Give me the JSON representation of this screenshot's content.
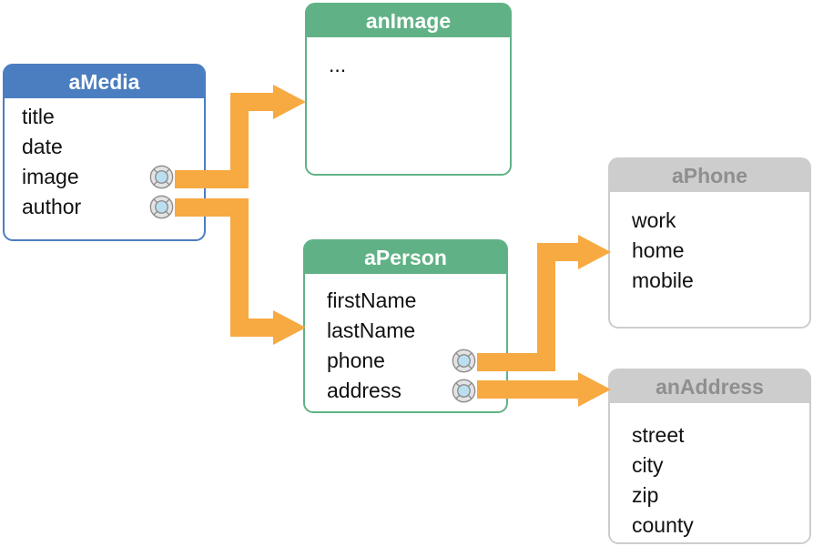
{
  "page": {
    "background": "#ffffff"
  },
  "colors": {
    "blue_header": "#4B7EC0",
    "green_header": "#60B286",
    "gray_header": "#CDCDCD",
    "gray_header_text": "#8F8F8F",
    "arrow_orange": "#F7A942",
    "field_text": "#111111",
    "connector_ring_fill": "#E3E3E3",
    "connector_center_fill": "#BADFF0",
    "connector_stroke": "#8B8B8B"
  },
  "entities": [
    {
      "id": "aMedia",
      "title": "aMedia",
      "theme": "blue",
      "fields": [
        {
          "label": "title",
          "connector": false
        },
        {
          "label": "date",
          "connector": false
        },
        {
          "label": "image",
          "connector": true
        },
        {
          "label": "author",
          "connector": true
        }
      ]
    },
    {
      "id": "anImage",
      "title": "anImage",
      "theme": "green",
      "fields": [
        {
          "label": "...",
          "connector": false
        }
      ]
    },
    {
      "id": "aPerson",
      "title": "aPerson",
      "theme": "green",
      "fields": [
        {
          "label": "firstName",
          "connector": false
        },
        {
          "label": "lastName",
          "connector": false
        },
        {
          "label": "phone",
          "connector": true
        },
        {
          "label": "address",
          "connector": true
        }
      ]
    },
    {
      "id": "aPhone",
      "title": "aPhone",
      "theme": "gray",
      "fields": [
        {
          "label": "work",
          "connector": false
        },
        {
          "label": "home",
          "connector": false
        },
        {
          "label": "mobile",
          "connector": false
        }
      ]
    },
    {
      "id": "anAddress",
      "title": "anAddress",
      "theme": "gray",
      "fields": [
        {
          "label": "street",
          "connector": false
        },
        {
          "label": "city",
          "connector": false
        },
        {
          "label": "zip",
          "connector": false
        },
        {
          "label": "county",
          "connector": false
        }
      ]
    }
  ],
  "relationships": [
    {
      "from": "aMedia.image",
      "to": "anImage"
    },
    {
      "from": "aMedia.author",
      "to": "aPerson"
    },
    {
      "from": "aPerson.phone",
      "to": "aPhone"
    },
    {
      "from": "aPerson.address",
      "to": "anAddress"
    }
  ]
}
